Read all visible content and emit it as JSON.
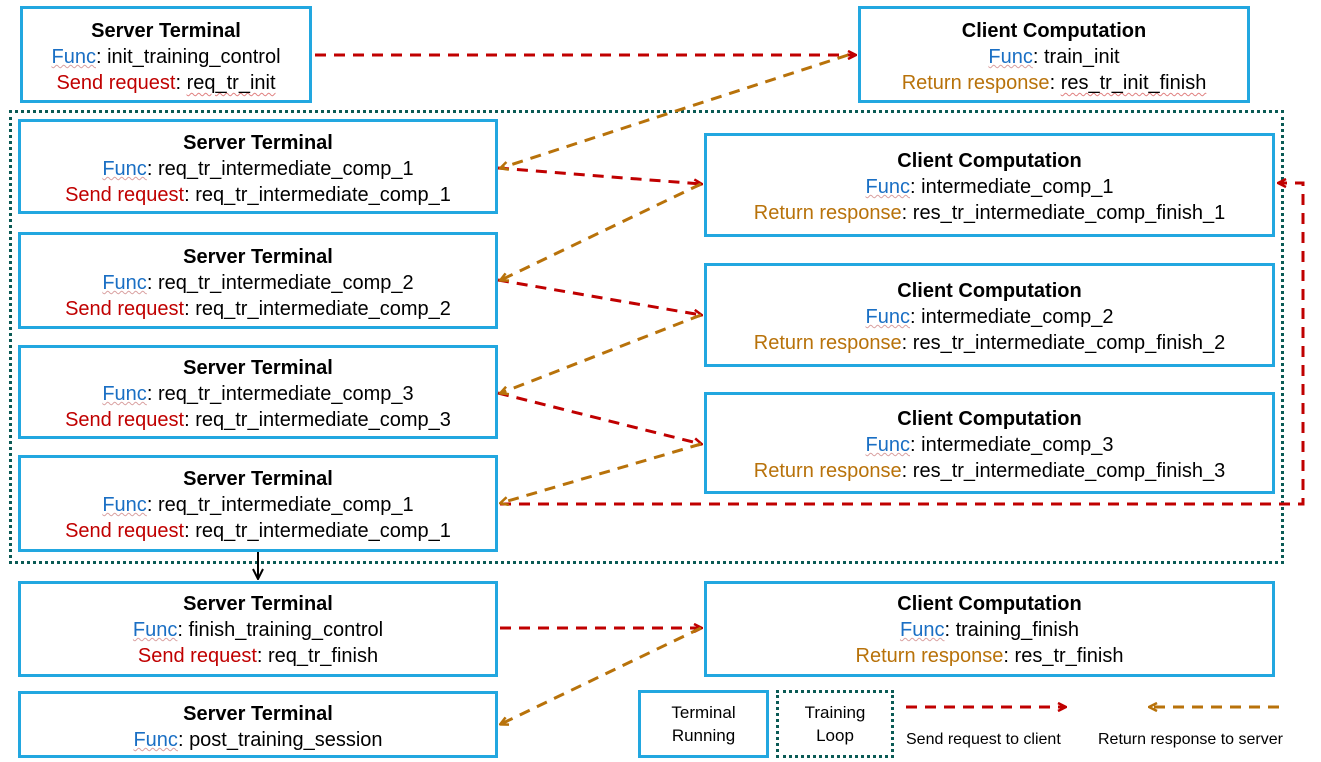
{
  "colors": {
    "box_border": "#22a7e0",
    "loop_border": "#0a5a55",
    "send_arrow": "#c00000",
    "return_arrow": "#b8720a",
    "func_label": "#1a6fc4"
  },
  "labels": {
    "func": "Func",
    "send": "Send request",
    "ret": "Return response",
    "sep": ": "
  },
  "servers": [
    {
      "title": "Server Terminal",
      "func": "init_training_control",
      "send": "req_tr_init"
    },
    {
      "title": "Server Terminal",
      "func": "req_tr_intermediate_comp_1",
      "send": "req_tr_intermediate_comp_1"
    },
    {
      "title": "Server Terminal",
      "func": "req_tr_intermediate_comp_2",
      "send": "req_tr_intermediate_comp_2"
    },
    {
      "title": "Server Terminal",
      "func": "req_tr_intermediate_comp_3",
      "send": "req_tr_intermediate_comp_3"
    },
    {
      "title": "Server Terminal",
      "func": "req_tr_intermediate_comp_1",
      "send": "req_tr_intermediate_comp_1"
    },
    {
      "title": "Server Terminal",
      "func": "finish_training_control",
      "send": "req_tr_finish"
    },
    {
      "title": "Server Terminal",
      "func": "post_training_session"
    }
  ],
  "clients": [
    {
      "title": "Client Computation",
      "func": "train_init",
      "ret": "res_tr_init_finish"
    },
    {
      "title": "Client Computation",
      "func": "intermediate_comp_1",
      "ret": "res_tr_intermediate_comp_finish_1"
    },
    {
      "title": "Client Computation",
      "func": "intermediate_comp_2",
      "ret": "res_tr_intermediate_comp_finish_2"
    },
    {
      "title": "Client Computation",
      "func": "intermediate_comp_3",
      "ret": "res_tr_intermediate_comp_finish_3"
    },
    {
      "title": "Client Computation",
      "func": "training_finish",
      "ret": "res_tr_finish"
    }
  ],
  "legend": {
    "terminal_line1": "Terminal",
    "terminal_line2": "Running",
    "loop_line1": "Training",
    "loop_line2": "Loop",
    "send_text": "Send request to client",
    "return_text": "Return response to server"
  }
}
